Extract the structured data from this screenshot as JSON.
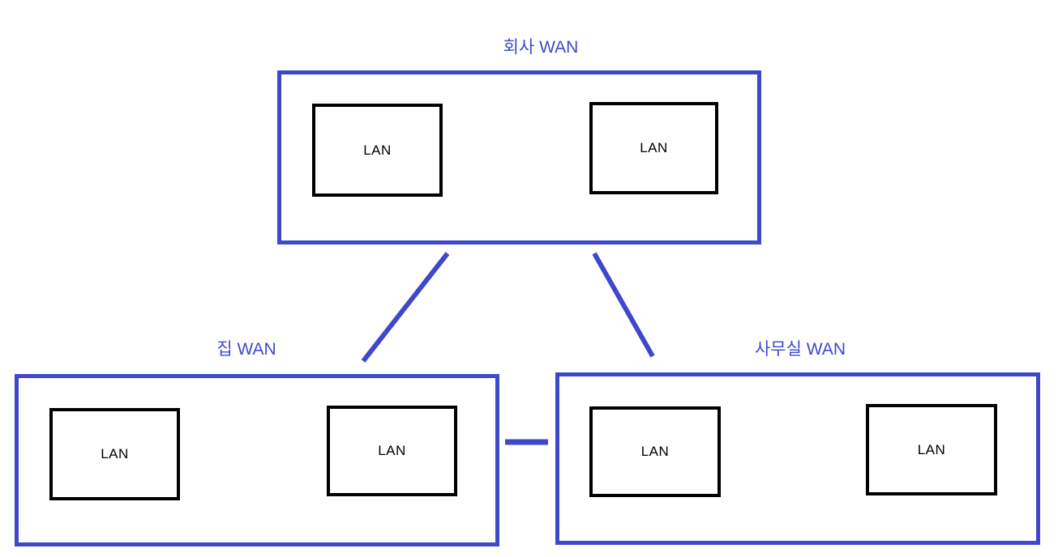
{
  "diagram": {
    "background": "#ffffff",
    "colors": {
      "wan_border": "#3f48cc",
      "wan_label_text": "#3f48cc",
      "connection_line": "#3f48cc",
      "lan_border": "#000000",
      "lan_text": "#000000"
    },
    "wans": [
      {
        "id": "company-wan",
        "label": "회사 WAN",
        "lans": [
          "LAN",
          "LAN"
        ]
      },
      {
        "id": "home-wan",
        "label": "집 WAN",
        "lans": [
          "LAN",
          "LAN"
        ]
      },
      {
        "id": "office-wan",
        "label": "사무실 WAN",
        "lans": [
          "LAN",
          "LAN"
        ]
      }
    ],
    "connections": [
      {
        "from": "회사 WAN",
        "to": "집 WAN"
      },
      {
        "from": "회사 WAN",
        "to": "사무실 WAN"
      },
      {
        "from": "집 WAN",
        "to": "사무실 WAN"
      }
    ]
  }
}
